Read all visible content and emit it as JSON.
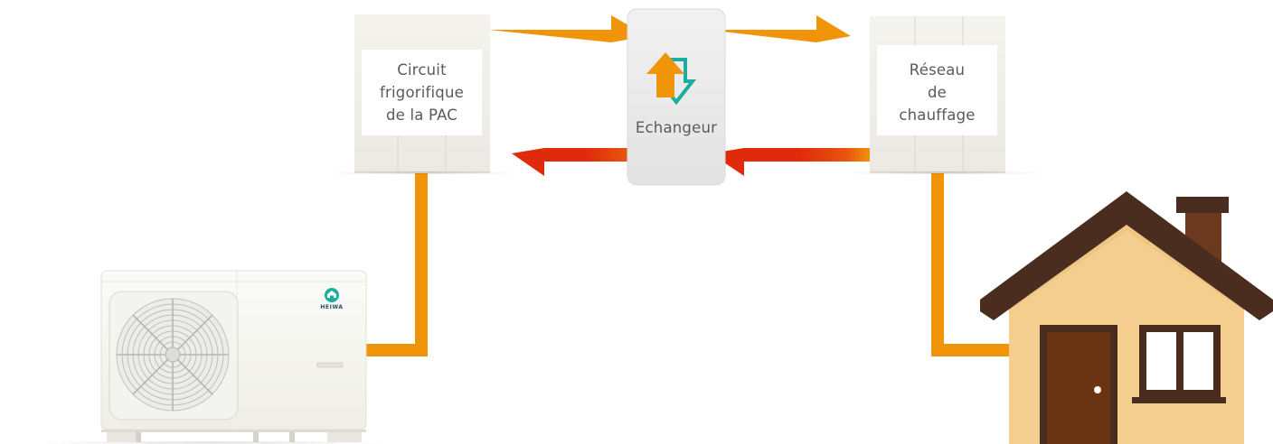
{
  "blocks": {
    "circuit": {
      "lines": [
        "Circuit",
        "frigorifique",
        "de la PAC"
      ]
    },
    "exchanger": {
      "label": "Echangeur"
    },
    "network": {
      "lines": [
        "Réseau",
        "de",
        "chauffage"
      ]
    }
  },
  "heat_pump": {
    "brand": "HEIWA"
  },
  "colors": {
    "hot_flow": "#F0950A",
    "return_flow": "#E02A0C",
    "return_flow_tail": "#F0950A",
    "exchanger_icon_up": "#F0950A",
    "exchanger_icon_down": "#1BAE9F",
    "house_wall": "#F3CE8E",
    "house_roof": "#4B2D20",
    "door": "#6A3413",
    "brand_accent": "#1BAE9F"
  },
  "icons": [
    "fan-icon",
    "exchanger-arrows-icon",
    "house-icon",
    "heiwa-logo-icon"
  ]
}
